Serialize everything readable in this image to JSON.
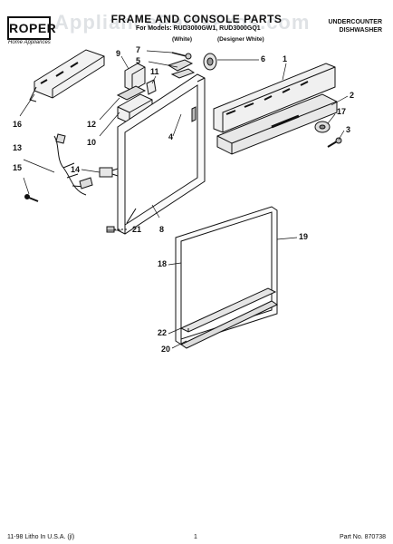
{
  "header": {
    "brand": "ROPER",
    "brand_sub": "Home Appliances",
    "title": "FRAME AND CONSOLE PARTS",
    "models": "For Models: RUD3000GW1, RUD3000GQ1",
    "color_left": "(White)",
    "color_right": "(Designer White)",
    "appliance_line1": "UNDERCOUNTER",
    "appliance_line2": "DISHWASHER"
  },
  "watermark": "AppliancePartsPros.com",
  "callouts": [
    "1",
    "2",
    "3",
    "4",
    "5",
    "6",
    "7",
    "8",
    "9",
    "10",
    "11",
    "12",
    "13",
    "14",
    "15",
    "16",
    "17",
    "18",
    "19",
    "20",
    "21",
    "22"
  ],
  "footer": {
    "litho": "11-98 Litho In U.S.A. (jl)",
    "page": "1",
    "part_no": "Part No. 870738"
  }
}
